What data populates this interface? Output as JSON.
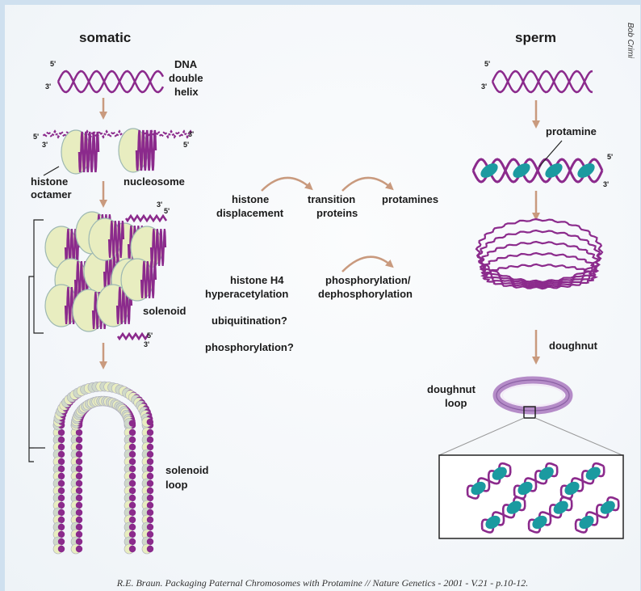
{
  "headers": {
    "somatic": "somatic",
    "sperm": "sperm"
  },
  "labels": {
    "dna_double_helix": [
      "DNA",
      "double",
      "helix"
    ],
    "histone_octamer": [
      "histone",
      "octamer"
    ],
    "nucleosome": "nucleosome",
    "solenoid": "solenoid",
    "solenoid_loop": [
      "solenoid",
      "loop"
    ],
    "protamine": "protamine",
    "doughnut": "doughnut",
    "doughnut_loop": [
      "doughnut",
      "loop"
    ]
  },
  "process": {
    "histone_displacement": [
      "histone",
      "displacement"
    ],
    "transition_proteins": [
      "transition",
      "proteins"
    ],
    "protamines": "protamines",
    "histone_h4": [
      "histone H4",
      "hyperacetylation"
    ],
    "phosphorylation_pair": [
      "phosphorylation/",
      "dephosphorylation"
    ],
    "ubiquitination": "ubiquitination?",
    "phosphorylation_q": "phosphorylation?"
  },
  "strand_ends": {
    "five": "5'",
    "three": "3'"
  },
  "credit": "Bob Crimi",
  "caption": "R.E. Braun. Packaging Paternal Chromosomes with Protamine // Nature Genetics - 2001 - V.21 - p.10-12.",
  "colors": {
    "dna": "#8b2a8c",
    "histone": "#e8edc0",
    "protamine": "#1b9aa0",
    "arrow": "#c99a7e",
    "ring": "#a77dbd",
    "line": "#222222"
  }
}
